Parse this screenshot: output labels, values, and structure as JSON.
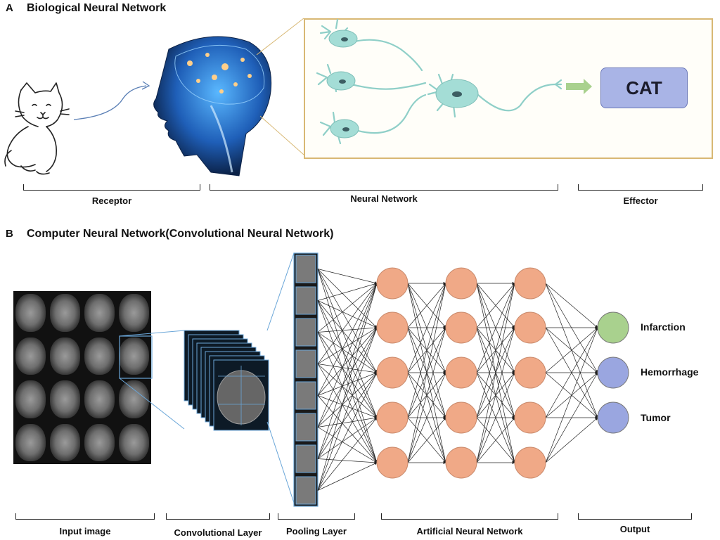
{
  "section_a": {
    "letter": "A",
    "title": "Biological Neural Network",
    "effector_text": "CAT",
    "captions": {
      "receptor": "Receptor",
      "neural_network": "Neural Network",
      "effector": "Effector"
    }
  },
  "section_b": {
    "letter": "B",
    "title": "Computer Neural Network(Convolutional Neural Network)",
    "captions": {
      "input": "Input image",
      "conv": "Convolutional Layer",
      "pool": "Pooling Layer",
      "ann": "Artificial Neural Network",
      "output": "Output"
    },
    "outputs": [
      {
        "label": "Infarction",
        "color": "#a9d18e"
      },
      {
        "label": "Hemorrhage",
        "color": "#9aa6e0"
      },
      {
        "label": "Tumor",
        "color": "#9aa6e0"
      }
    ],
    "hidden_node_color": "#f0a987"
  }
}
